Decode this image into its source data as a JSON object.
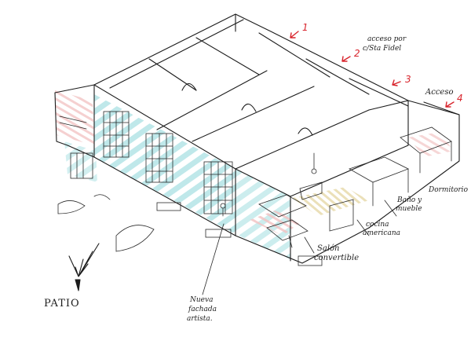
{
  "labels": {
    "acceso_line1": "acceso por",
    "acceso_line2": "c/Sta Fidel",
    "acceso": "Acceso",
    "dormitorio": "Dormitorio",
    "bano_line1": "Baño y",
    "bano_line2": "mueble",
    "cocina_line1": "cocina",
    "cocina_line2": "americana",
    "salon_line1": "Salón",
    "salon_line2": "convertible",
    "nueva_line1": "Nueva",
    "nueva_line2": "fachada",
    "nueva_line3": "artista.",
    "patio": "PATIO"
  },
  "markers": {
    "m1": "1",
    "m2": "2",
    "m3": "3",
    "m4": "4"
  },
  "colors": {
    "ink": "#1c1c1c",
    "marker_red": "#d8242c",
    "facade_cyan": "#bfe8ea",
    "floor_pink": "#f2c4c4",
    "wood_yellow": "#f1e7c6"
  }
}
